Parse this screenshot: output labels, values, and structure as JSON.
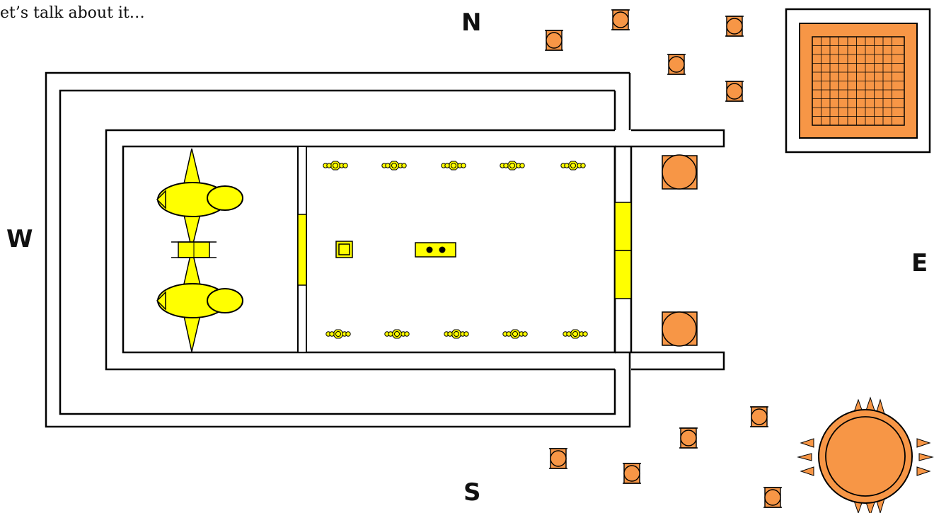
{
  "caption": "et’s talk about it…",
  "compass": {
    "north": "N",
    "south": "S",
    "east": "E",
    "west": "W"
  },
  "colors": {
    "gold": "#ffff00",
    "orange": "#f79646",
    "outline": "#000000",
    "background": "#ffffff"
  },
  "icons": {
    "cherubim": "cherub-wings-icon",
    "ark": "ark-of-covenant-icon",
    "incense_altar": "altar-of-incense-icon",
    "showbread_table": "table-of-showbread-icon",
    "lampstands": "menorah-icon",
    "pillars": "bronze-pillar-icon",
    "bronze_altar": "bronze-altar-icon",
    "sea": "molten-sea-icon",
    "lavers": "laver-icon"
  }
}
